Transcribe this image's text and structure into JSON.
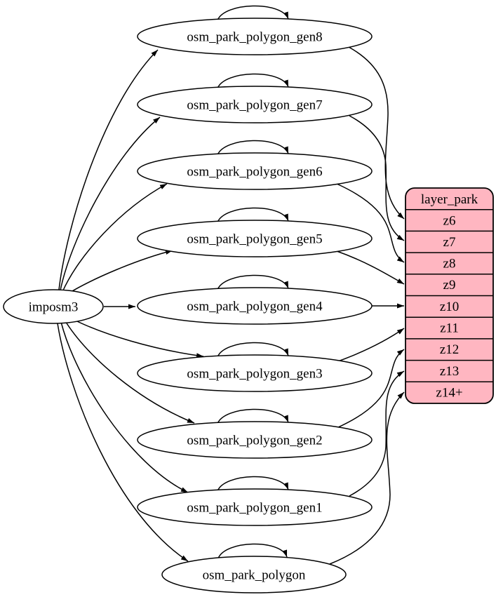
{
  "diagram": {
    "kind": "graphviz-digraph",
    "colors": {
      "background": "#ffffff",
      "node_fill": "#ffffff",
      "edge_stroke": "#000000",
      "layer_fill": "#ffb6c1",
      "layer_stroke": "#000000"
    },
    "nodes": [
      {
        "label": "imposm3"
      },
      {
        "label": "osm_park_polygon_gen8"
      },
      {
        "label": "osm_park_polygon_gen7"
      },
      {
        "label": "osm_park_polygon_gen6"
      },
      {
        "label": "osm_park_polygon_gen5"
      },
      {
        "label": "osm_park_polygon_gen4"
      },
      {
        "label": "osm_park_polygon_gen3"
      },
      {
        "label": "osm_park_polygon_gen2"
      },
      {
        "label": "osm_park_polygon_gen1"
      },
      {
        "label": "osm_park_polygon"
      }
    ],
    "layer": {
      "title": "layer_park",
      "fill": "#ffb6c1",
      "rows": [
        "z6",
        "z7",
        "z8",
        "z9",
        "z10",
        "z11",
        "z12",
        "z13",
        "z14+"
      ]
    },
    "edges": [
      {
        "from": "imposm3",
        "to": "osm_park_polygon_gen8"
      },
      {
        "from": "imposm3",
        "to": "osm_park_polygon_gen7"
      },
      {
        "from": "imposm3",
        "to": "osm_park_polygon_gen6"
      },
      {
        "from": "imposm3",
        "to": "osm_park_polygon_gen5"
      },
      {
        "from": "imposm3",
        "to": "osm_park_polygon_gen4"
      },
      {
        "from": "imposm3",
        "to": "osm_park_polygon_gen3"
      },
      {
        "from": "imposm3",
        "to": "osm_park_polygon_gen2"
      },
      {
        "from": "imposm3",
        "to": "osm_park_polygon_gen1"
      },
      {
        "from": "imposm3",
        "to": "osm_park_polygon"
      },
      {
        "from": "osm_park_polygon_gen8",
        "to": "osm_park_polygon_gen8"
      },
      {
        "from": "osm_park_polygon_gen7",
        "to": "osm_park_polygon_gen7"
      },
      {
        "from": "osm_park_polygon_gen6",
        "to": "osm_park_polygon_gen6"
      },
      {
        "from": "osm_park_polygon_gen5",
        "to": "osm_park_polygon_gen5"
      },
      {
        "from": "osm_park_polygon_gen4",
        "to": "osm_park_polygon_gen4"
      },
      {
        "from": "osm_park_polygon_gen3",
        "to": "osm_park_polygon_gen3"
      },
      {
        "from": "osm_park_polygon_gen2",
        "to": "osm_park_polygon_gen2"
      },
      {
        "from": "osm_park_polygon_gen1",
        "to": "osm_park_polygon_gen1"
      },
      {
        "from": "osm_park_polygon",
        "to": "osm_park_polygon"
      },
      {
        "from": "osm_park_polygon_gen8",
        "to": "layer_park:z6"
      },
      {
        "from": "osm_park_polygon_gen7",
        "to": "layer_park:z7"
      },
      {
        "from": "osm_park_polygon_gen6",
        "to": "layer_park:z8"
      },
      {
        "from": "osm_park_polygon_gen5",
        "to": "layer_park:z9"
      },
      {
        "from": "osm_park_polygon_gen4",
        "to": "layer_park:z10"
      },
      {
        "from": "osm_park_polygon_gen3",
        "to": "layer_park:z11"
      },
      {
        "from": "osm_park_polygon_gen2",
        "to": "layer_park:z12"
      },
      {
        "from": "osm_park_polygon_gen1",
        "to": "layer_park:z13"
      },
      {
        "from": "osm_park_polygon",
        "to": "layer_park:z14+"
      }
    ]
  }
}
